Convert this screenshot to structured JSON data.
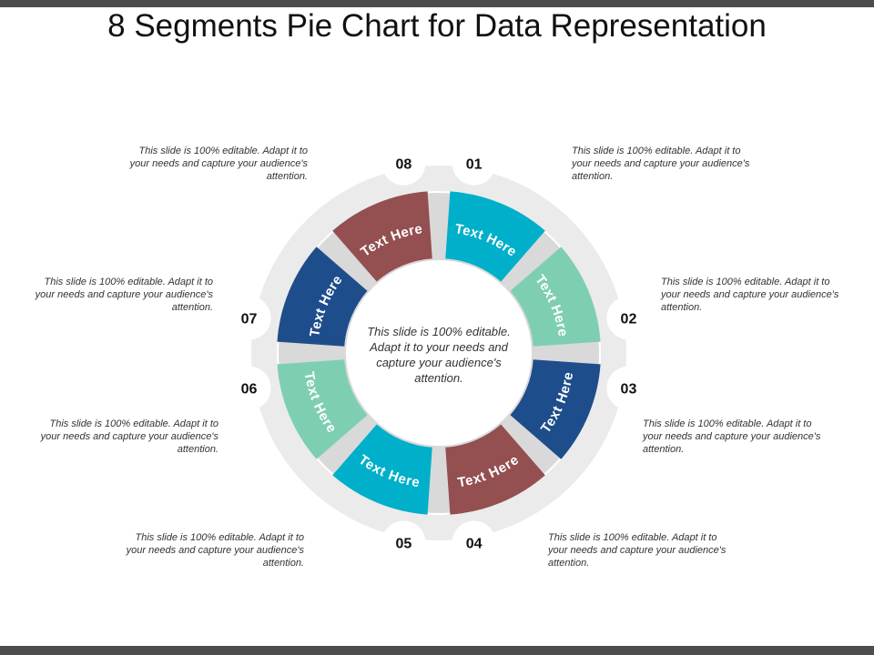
{
  "title": "8 Segments Pie Chart for Data Representation",
  "center_text": "This slide is 100% editable. Adapt it to your needs and capture your audience's attention.",
  "colors": {
    "teal": "#00AFC9",
    "mint": "#7ECFB2",
    "navy": "#1E4D8C",
    "maroon": "#944F50",
    "ring": "#EBEBEB",
    "separator": "#D9D9D9"
  },
  "segments": [
    {
      "number": "01",
      "label": "Text Here",
      "color": "#00AFC9",
      "description": "This slide is 100% editable. Adapt it to your needs and capture your audience's attention."
    },
    {
      "number": "02",
      "label": "Text Here",
      "color": "#7ECFB2",
      "description": "This slide is 100% editable. Adapt it to your needs and capture your audience's attention."
    },
    {
      "number": "03",
      "label": "Text Here",
      "color": "#1E4D8C",
      "description": "This slide is 100% editable. Adapt it to your needs and capture your audience's attention."
    },
    {
      "number": "04",
      "label": "Text Here",
      "color": "#944F50",
      "description": "This slide is 100% editable. Adapt it to your needs and capture your audience's attention."
    },
    {
      "number": "05",
      "label": "Text Here",
      "color": "#00AFC9",
      "description": "This slide is 100% editable. Adapt it to your needs and capture your audience's attention."
    },
    {
      "number": "06",
      "label": "Text Here",
      "color": "#7ECFB2",
      "description": "This slide is 100% editable. Adapt it to your needs and capture your audience's attention."
    },
    {
      "number": "07",
      "label": "Text Here",
      "color": "#1E4D8C",
      "description": "This slide is 100% editable. Adapt it to your needs and capture your audience's attention."
    },
    {
      "number": "08",
      "label": "Text Here",
      "color": "#944F50",
      "description": "This slide is 100% editable. Adapt it to your needs and capture your audience's attention."
    }
  ]
}
